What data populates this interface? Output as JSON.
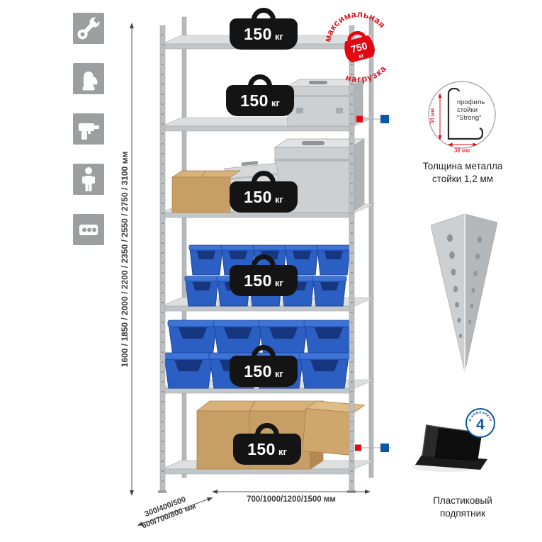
{
  "page": {
    "background": "#ffffff"
  },
  "colors": {
    "accent_red": "#e30613",
    "accent_blue": "#0b57a4",
    "bin_blue": "#2b5fc4",
    "tile_gray": "#9c9ea0"
  },
  "feature_icons": [
    {
      "name": "wrench"
    },
    {
      "name": "gloves"
    },
    {
      "name": "drill"
    },
    {
      "name": "person"
    },
    {
      "name": "power-strip"
    }
  ],
  "rack": {
    "shelf_count": 6,
    "badges": [
      {
        "value": "150",
        "unit": "кг"
      },
      {
        "value": "150",
        "unit": "кг"
      },
      {
        "value": "150",
        "unit": "кг"
      },
      {
        "value": "150",
        "unit": "кг"
      },
      {
        "value": "150",
        "unit": "кг"
      },
      {
        "value": "150",
        "unit": "кг"
      }
    ]
  },
  "max_load_stamp": {
    "arc_top": "максимальная",
    "arc_bottom": "нагрузка",
    "value": "750",
    "unit": "кг"
  },
  "dimensions": {
    "height": "1600 / 1850 / 2000 / 2200 / 2350 / 2550 / 2750 / 3100 мм",
    "depth_line1": "300/400/500",
    "depth_line2": "600/700/800 мм",
    "width": "700/1000/1200/1500 мм"
  },
  "profile_callout": {
    "label_line1": "профиль",
    "label_line2": "стойки",
    "label_line3": "“Strong”",
    "dim_vertical": "38 мм",
    "dim_horizontal": "38 мм.",
    "caption_line1": "Толщина металла",
    "caption_line2": "стойки 1,2 мм"
  },
  "foot_callout": {
    "badge_value": "4",
    "badge_ring_text": "в комплекте",
    "caption_line1": "Пластиковый",
    "caption_line2": "подпятник"
  }
}
